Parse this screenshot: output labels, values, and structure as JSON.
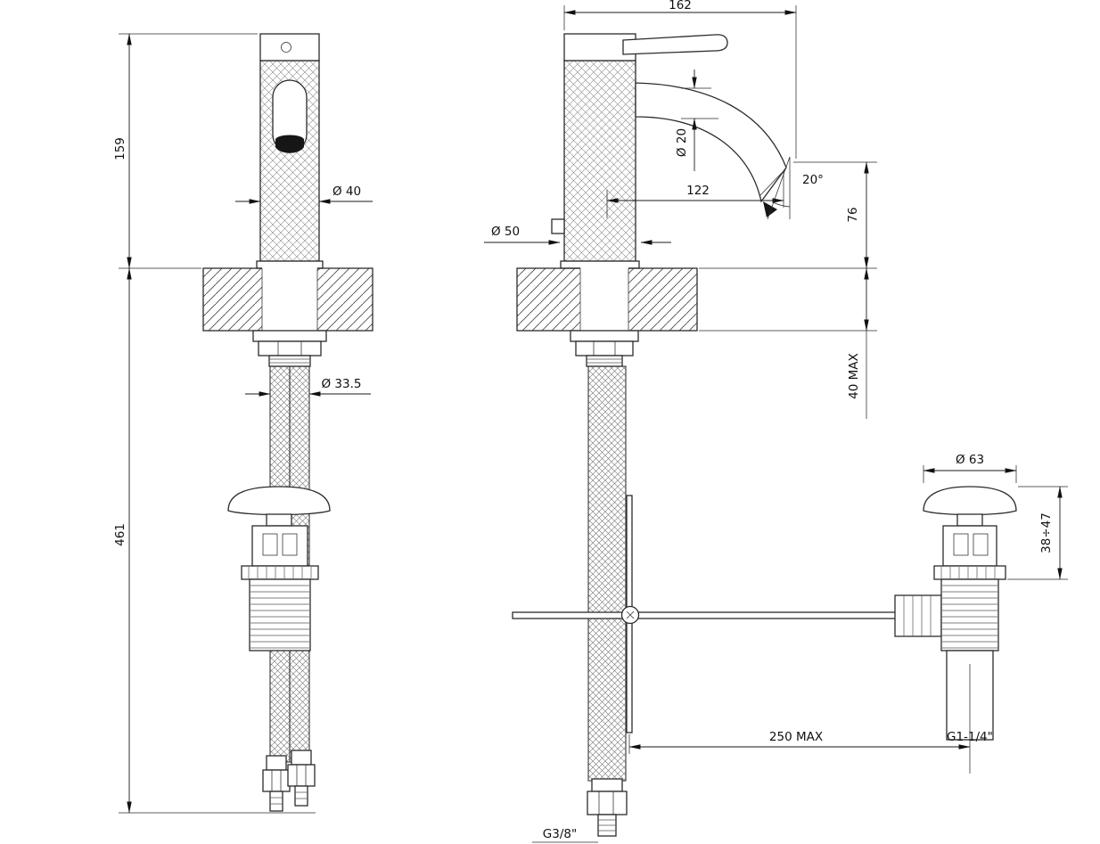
{
  "drawing": {
    "front": {
      "dim_height_upper": "159",
      "dim_height_lower": "461",
      "dim_body_diameter": "Ø 40",
      "dim_hose_diameter": "Ø 33.5"
    },
    "side": {
      "dim_overall_depth": "162",
      "dim_spout_diameter": "Ø 20",
      "dim_spout_reach": "122",
      "dim_spout_angle": "20°",
      "dim_spout_height": "76",
      "dim_base_diameter": "Ø 50",
      "dim_deck_thickness": "40 MAX",
      "dim_hose_thread": "G3/8\""
    },
    "drain": {
      "dim_cap_diameter": "Ø 63",
      "dim_height_adjust": "38÷47",
      "dim_rod_reach": "250 MAX",
      "dim_outlet_thread": "G1-1/4\""
    }
  }
}
